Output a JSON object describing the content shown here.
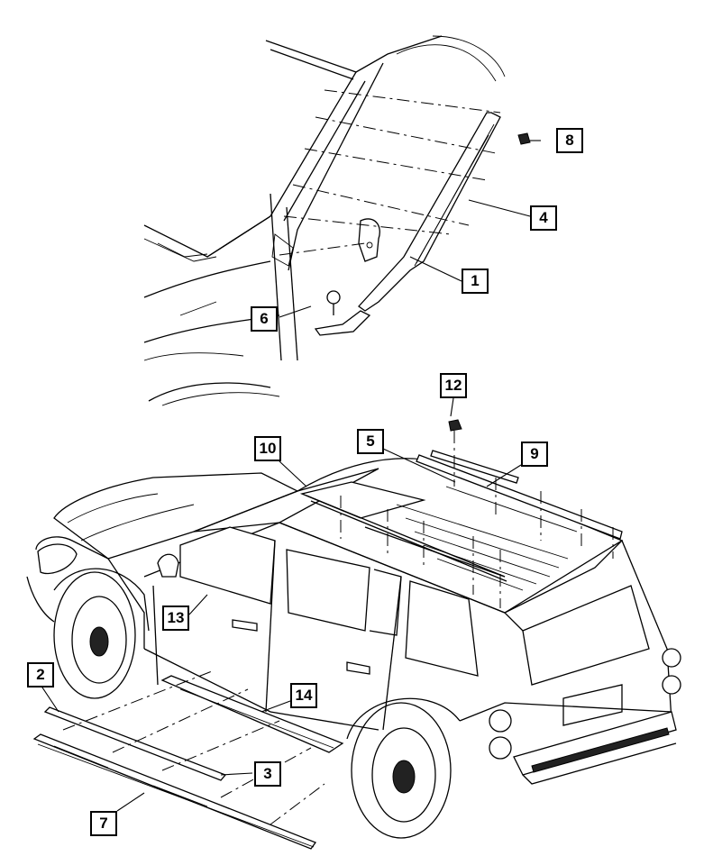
{
  "callouts": {
    "c1": "1",
    "c2": "2",
    "c3": "3",
    "c4": "4",
    "c5": "5",
    "c6": "6",
    "c7": "7",
    "c8": "8",
    "c9": "9",
    "c10": "10",
    "c12": "12",
    "c13": "13",
    "c14": "14"
  },
  "colors": {
    "ink": "#000000",
    "paper": "#ffffff"
  }
}
